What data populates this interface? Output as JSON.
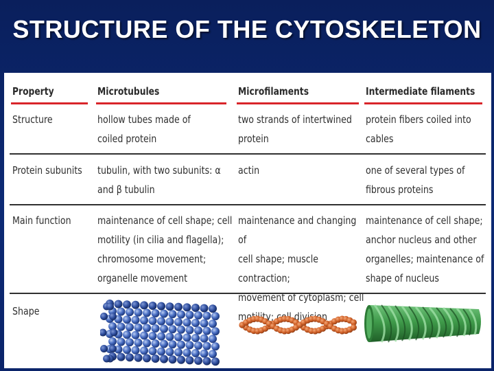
{
  "slide": {
    "title": "STRUCTURE OF THE CYTOSKELETON"
  },
  "table": {
    "headers": [
      "Property",
      "Microtubules",
      "Microfilaments",
      "Intermediate filaments"
    ],
    "rows": [
      {
        "property": "Structure",
        "microtubules": "hollow tubes made of\ncoiled protein",
        "microfilaments": "two strands of intertwined\nprotein",
        "intermediate": "protein fibers coiled into\ncables"
      },
      {
        "property": "Protein subunits",
        "microtubules": "tubulin, with two subunits: α\nand β tubulin",
        "microfilaments": "actin",
        "intermediate": "one of several types of\nfibrous proteins"
      },
      {
        "property": "Main function",
        "microtubules": "maintenance of cell shape; cell\nmotility (in cilia and flagella);\nchromosome movement;\norganelle movement",
        "microfilaments": "maintenance and changing of\ncell shape; muscle contraction;\nmovement of cytoplasm; cell\nmotility; cell division",
        "intermediate": "maintenance of cell shape;\nanchor nucleus and other\norganelles; maintenance of\nshape of nucleus"
      },
      {
        "property": "Shape",
        "microtubules": "",
        "microfilaments": "",
        "intermediate": ""
      }
    ]
  },
  "colors": {
    "background": "#0b246a",
    "header_rule": "#d9252a",
    "microtubule": "#4a6fc4",
    "microfilament": "#d2632a",
    "intermediate_filament": "#3f9a4a"
  },
  "icons": {
    "microtubule": "microtubule-illustration",
    "microfilament": "microfilament-illustration",
    "intermediate_filament": "intermediate-filament-illustration"
  }
}
